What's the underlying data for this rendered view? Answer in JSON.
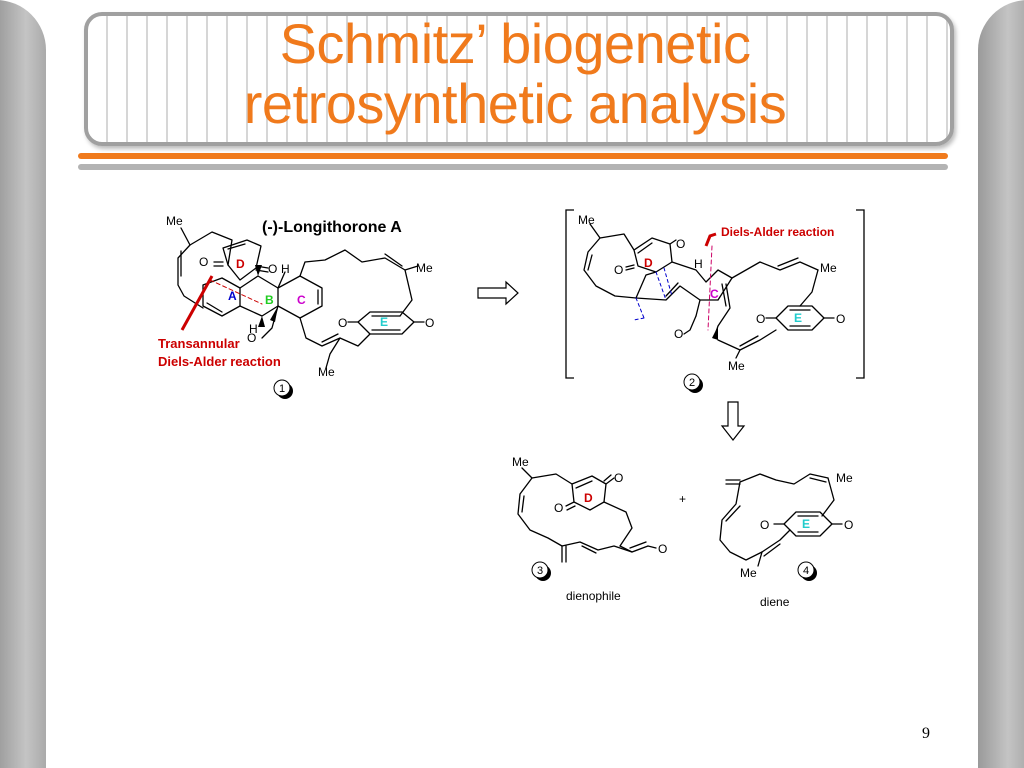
{
  "slide": {
    "title_line1": "Schmitz’ biogenetic",
    "title_line2": "retrosynthetic analysis",
    "page_number": "9"
  },
  "compound1": {
    "name": "(-)-Longithorone A",
    "number": "1",
    "annotation_line1": "Transannular",
    "annotation_line2": "Diels-Alder reaction",
    "labels": {
      "me": "Me",
      "oxygen": "O",
      "hydrogen": "H",
      "ring_a": "A",
      "ring_b": "B",
      "ring_c": "C",
      "ring_d": "D",
      "ring_e": "E"
    }
  },
  "compound2": {
    "number": "2",
    "annotation": "Diels-Alder reaction",
    "labels": {
      "me": "Me",
      "oxygen": "O",
      "hydrogen": "H",
      "ring_c": "C",
      "ring_d": "D",
      "ring_e": "E"
    }
  },
  "compound3": {
    "number": "3",
    "caption": "dienophile",
    "labels": {
      "me": "Me",
      "oxygen": "O",
      "ring_d": "D"
    }
  },
  "compound4": {
    "number": "4",
    "caption": "diene",
    "labels": {
      "me": "Me",
      "oxygen": "O",
      "ring_e": "E"
    }
  },
  "plus_sign": "+",
  "colors": {
    "title": "#f07a1c",
    "annotation_red": "#cc0000",
    "ring_a": "#0000cc",
    "ring_b": "#22cc22",
    "ring_c": "#cc00cc",
    "ring_d": "#cc0000",
    "ring_e": "#22cccc"
  }
}
